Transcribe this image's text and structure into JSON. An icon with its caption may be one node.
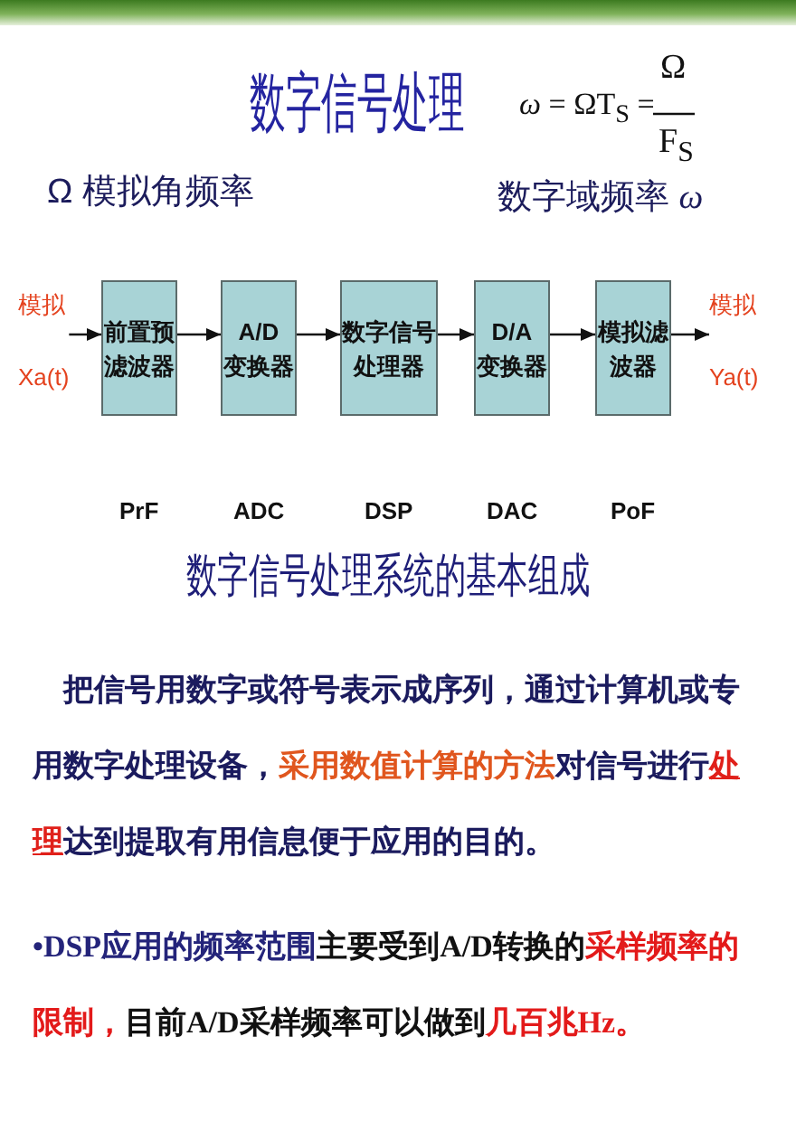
{
  "diagram": {
    "title": "数字信号处理",
    "caption": "数字信号处理系统的基本组成",
    "nodes": [
      {
        "text": [
          "模拟",
          "Xa(t)"
        ]
      },
      {
        "text": [
          "前置预滤波器"
        ],
        "beside": [
          "PrF"
        ]
      },
      {
        "text": [
          "A/D",
          "变换器"
        ],
        "beside": [
          "ADC"
        ]
      },
      {
        "text": [
          "数字信号处理器"
        ],
        "beside": [
          "DSP"
        ]
      },
      {
        "text": [
          "D/A",
          "变换器"
        ],
        "beside": [
          "DAC"
        ]
      },
      {
        "text": [
          "模拟滤波器"
        ],
        "beside": [
          "PoF"
        ]
      },
      {
        "text": [
          "模拟",
          "Ya(t)"
        ]
      }
    ],
    "edges": [
      {
        "from": 0,
        "to": 1,
        "arrow": "to"
      },
      {
        "from": 1,
        "to": 2,
        "arrow": "to"
      },
      {
        "from": 2,
        "to": 3,
        "arrow": "to"
      },
      {
        "from": 3,
        "to": 4,
        "arrow": "to"
      },
      {
        "from": 4,
        "to": 5,
        "arrow": "to"
      },
      {
        "from": 5,
        "to": 6,
        "arrow": "to"
      }
    ],
    "labels": [
      "*ω* = ΩT$_{S}$ =",
      "Ω",
      "F$_{S}$",
      "Ω 模拟角频率",
      "数字域频率 *ω*",
      "把信号用数字或符号表示成序列，通过计算机或专用数字处理设备，**采用数值计算的方法**对信号进行**处理**达到提取有用信息便于应用的目的。",
      "**•DSP应用的频率范围**主要受到A/D转换的**采样频率的限制，**目前A/D采样频率可以做到**几百兆Hz。**"
    ]
  }
}
